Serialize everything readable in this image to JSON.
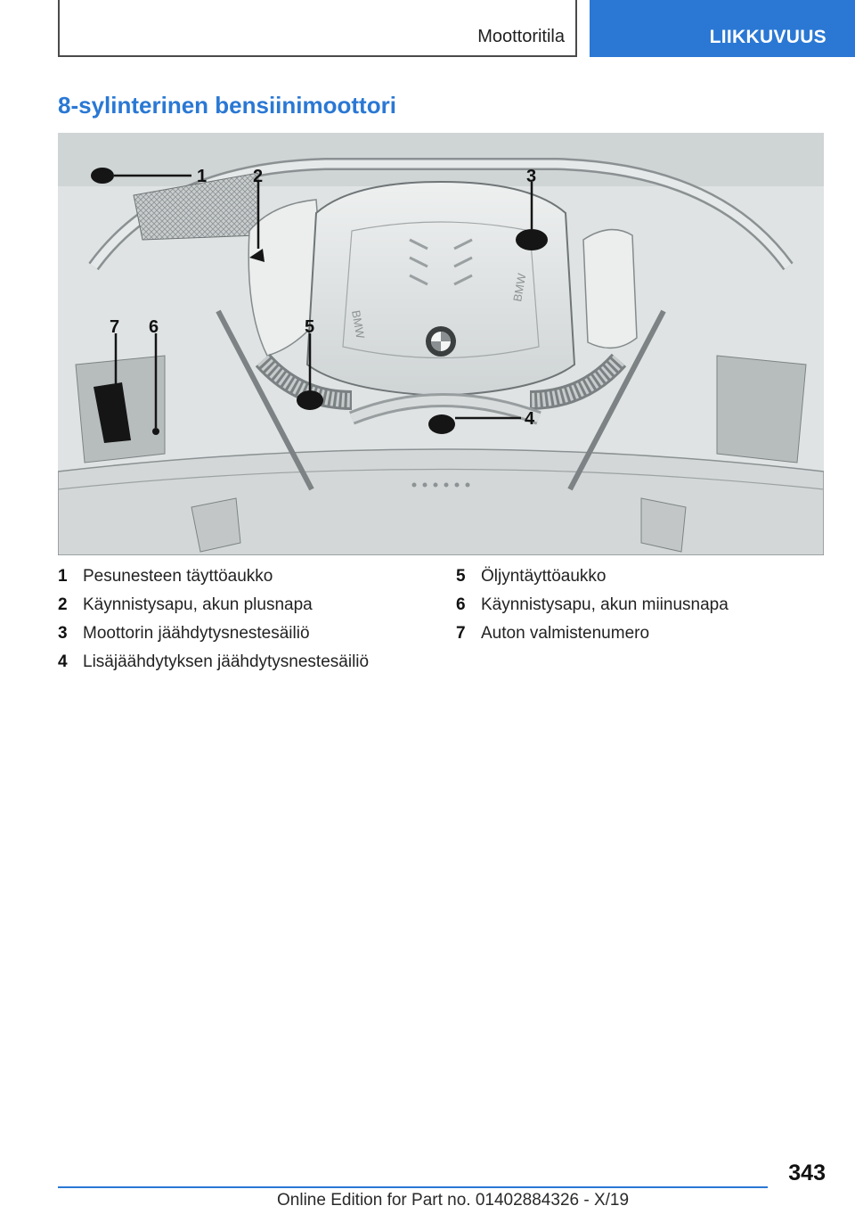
{
  "header": {
    "section": "Moottoritila",
    "chapter": "LIIKKUVUUS"
  },
  "title": "8-sylinterinen bensiinimoottori",
  "figure": {
    "callouts": [
      "1",
      "2",
      "3",
      "4",
      "5",
      "6",
      "7"
    ],
    "logo": "BMW",
    "engine_cover_text": "BMW"
  },
  "legend": [
    {
      "num": "1",
      "text": "Pesunesteen täyttöaukko"
    },
    {
      "num": "2",
      "text": "Käynnistysapu, akun plusnapa"
    },
    {
      "num": "3",
      "text": "Moottorin jäähdytysnestesäiliö"
    },
    {
      "num": "4",
      "text": "Lisäjäähdytyksen jäähdytysnestesäiliö"
    },
    {
      "num": "5",
      "text": "Öljyntäyttöaukko"
    },
    {
      "num": "6",
      "text": "Käynnistysapu, akun miinusnapa"
    },
    {
      "num": "7",
      "text": "Auton valmistenumero"
    }
  ],
  "footer": {
    "page_number": "343",
    "edition": "Online Edition for Part no. 01402884326 - X/19"
  },
  "colors": {
    "accent": "#2a78d4",
    "figure_bg": "#dfe3e4"
  }
}
